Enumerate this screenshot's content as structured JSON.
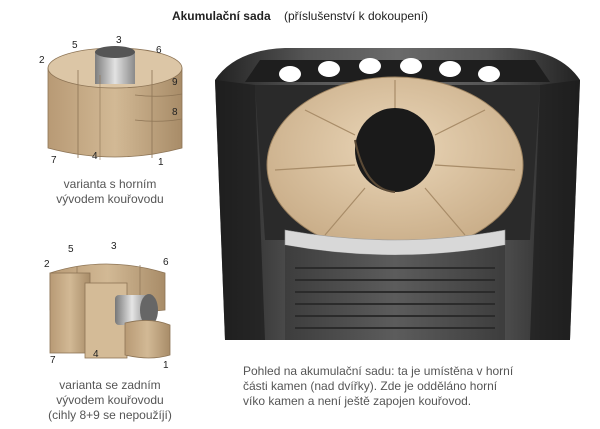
{
  "title": {
    "main": "Akumulační sada",
    "sub": "(příslušenství k dokoupení)"
  },
  "top_variant": {
    "numbers": [
      "1",
      "2",
      "3",
      "4",
      "5",
      "6",
      "7",
      "8",
      "9"
    ],
    "caption_line1": "varianta s horním",
    "caption_line2": "vývodem kouřovodu"
  },
  "bottom_variant": {
    "numbers": [
      "1",
      "2",
      "3",
      "4",
      "5",
      "6",
      "7"
    ],
    "caption_line1": "varianta se zadním",
    "caption_line2": "vývodem kouřovodu",
    "caption_line3": "(cihly 8+9 se nepoužíjí)"
  },
  "stove_note": {
    "line1": "Pohled na akumulační sadu: ta je umístěna v horní",
    "line2": "části kamen (nad dvířky). Zde je odděláno horní",
    "line3": "víko kamen a není ještě zapojen kouřovod."
  },
  "colors": {
    "brick": "#c9b08f",
    "brick_dark": "#a88e6b",
    "stone_face": "#e8d2b4",
    "stove_body": "#3a3a3a",
    "metal": "#bdbdbd"
  }
}
